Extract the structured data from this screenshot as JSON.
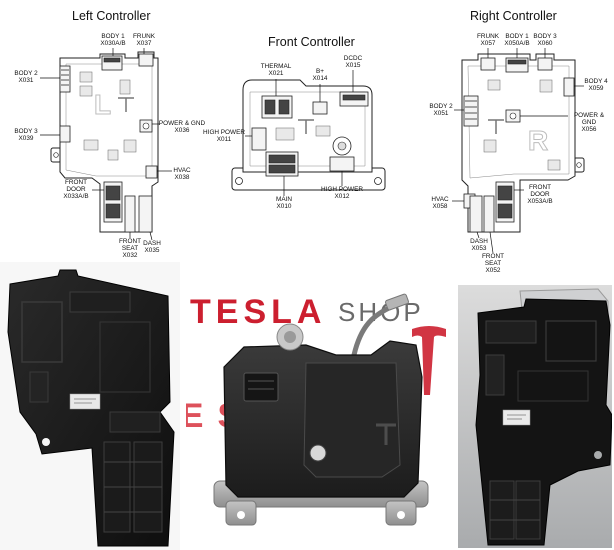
{
  "left_controller": {
    "title": "Left Controller",
    "letter": "L",
    "body1": {
      "name": "BODY 1",
      "code": "X030A/B"
    },
    "frunk": {
      "name": "FRUNK",
      "code": "X037"
    },
    "body2": {
      "name": "BODY 2",
      "code": "X031"
    },
    "body3": {
      "name": "BODY 3",
      "code": "X039"
    },
    "power_gnd": {
      "name": "POWER & GND",
      "code": "X036"
    },
    "hvac": {
      "name": "HVAC",
      "code": "X038"
    },
    "front_door": {
      "name": "FRONT\nDOOR",
      "code": "X033A/B"
    },
    "front_seat": {
      "name": "FRONT\nSEAT",
      "code": "X032"
    },
    "dash": {
      "name": "DASH",
      "code": "X035"
    }
  },
  "front_controller": {
    "title": "Front Controller",
    "thermal": {
      "name": "THERMAL",
      "code": "X021"
    },
    "b_plus": {
      "name": "B+",
      "code": "X014"
    },
    "dcdc": {
      "name": "DCDC",
      "code": "X015"
    },
    "high_power_1": {
      "name": "HIGH POWER",
      "code": "X011"
    },
    "high_power_2": {
      "name": "HIGH POWER",
      "code": "X012"
    },
    "main": {
      "name": "MAIN",
      "code": "X010"
    }
  },
  "right_controller": {
    "title": "Right Controller",
    "letter": "R",
    "frunk": {
      "name": "FRUNK",
      "code": "X057"
    },
    "body1": {
      "name": "BODY 1",
      "code": "X050A/B"
    },
    "body3": {
      "name": "BODY 3",
      "code": "X060"
    },
    "body4": {
      "name": "BODY 4",
      "code": "X059"
    },
    "body2": {
      "name": "BODY 2",
      "code": "X051"
    },
    "power_gnd": {
      "name": "POWER & GND",
      "code": "X056"
    },
    "hvac": {
      "name": "HVAC",
      "code": "X058"
    },
    "front_door": {
      "name": "FRONT\nDOOR",
      "code": "X053A/B"
    },
    "dash": {
      "name": "DASH",
      "code": "X053"
    },
    "front_seat": {
      "name": "FRONT\nSEAT",
      "code": "X052"
    }
  },
  "photos": {
    "watermark_brand": "TESLA",
    "watermark_suffix": "SHOP",
    "brand_color": "#cc1f2f"
  }
}
